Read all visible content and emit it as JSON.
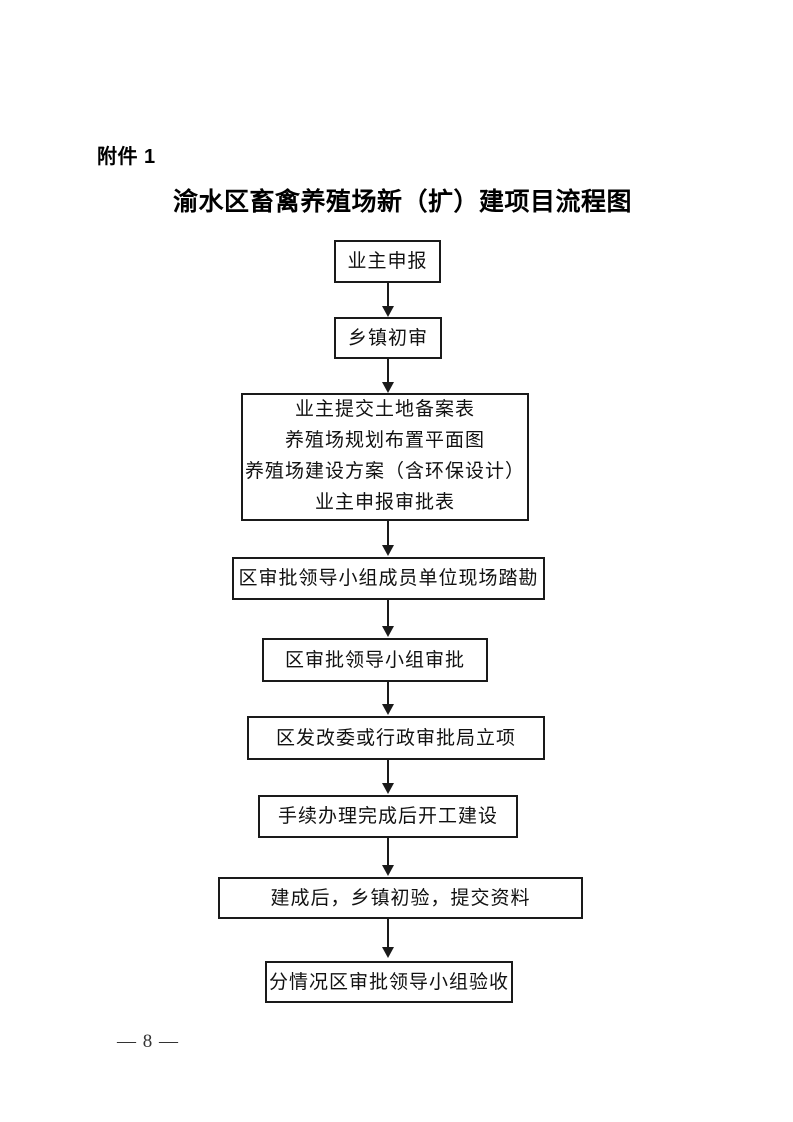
{
  "document": {
    "attachment_label": "附件 1",
    "title": "渝水区畜禽养殖场新（扩）建项目流程图",
    "page_number": "— 8 —"
  },
  "flowchart": {
    "type": "vertical-flow",
    "nodes": [
      {
        "id": "n1",
        "lines": [
          "业主申报"
        ]
      },
      {
        "id": "n2",
        "lines": [
          "乡镇初审"
        ]
      },
      {
        "id": "n3",
        "lines": [
          "业主提交土地备案表",
          "养殖场规划布置平面图",
          "养殖场建设方案（含环保设计）",
          "业主申报审批表"
        ]
      },
      {
        "id": "n4",
        "lines": [
          "区审批领导小组成员单位现场踏勘"
        ]
      },
      {
        "id": "n5",
        "lines": [
          "区审批领导小组审批"
        ]
      },
      {
        "id": "n6",
        "lines": [
          "区发改委或行政审批局立项"
        ]
      },
      {
        "id": "n7",
        "lines": [
          "手续办理完成后开工建设"
        ]
      },
      {
        "id": "n8",
        "lines": [
          "建成后，乡镇初验，提交资料"
        ]
      },
      {
        "id": "n9",
        "lines": [
          "分情况区审批领导小组验收"
        ]
      }
    ],
    "edges": [
      {
        "from": "n1",
        "to": "n2"
      },
      {
        "from": "n2",
        "to": "n3"
      },
      {
        "from": "n3",
        "to": "n4"
      },
      {
        "from": "n4",
        "to": "n5"
      },
      {
        "from": "n5",
        "to": "n6"
      },
      {
        "from": "n6",
        "to": "n7"
      },
      {
        "from": "n7",
        "to": "n8"
      },
      {
        "from": "n8",
        "to": "n9"
      }
    ]
  },
  "colors": {
    "page_background": "#ffffff",
    "text": "#000000",
    "box_border": "#1a1a1a",
    "connector": "#1a1a1a"
  }
}
